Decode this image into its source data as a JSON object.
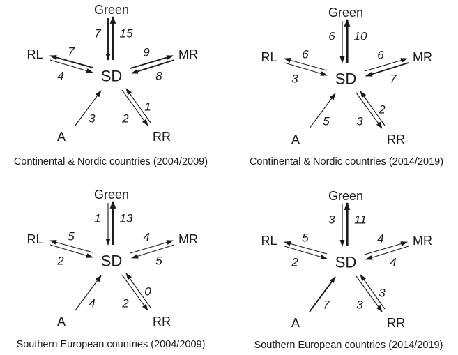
{
  "node_labels": {
    "center": "SD",
    "top": "Green",
    "left": "RL",
    "right": "MR",
    "bottom_left": "A",
    "bottom_right": "RR"
  },
  "panels": [
    {
      "caption": "Continental & Nordic countries (2004/2009)",
      "flows": {
        "top": {
          "in": "7",
          "out": "15"
        },
        "left": {
          "in": "4",
          "out": "7"
        },
        "right": {
          "in": "8",
          "out": "9"
        },
        "bottom_left": {
          "in": "3"
        },
        "bottom_right": {
          "in": "1",
          "out": "2"
        }
      }
    },
    {
      "caption": "Continental & Nordic countries (2014/2019)",
      "flows": {
        "top": {
          "in": "6",
          "out": "10"
        },
        "left": {
          "in": "3",
          "out": "6"
        },
        "right": {
          "in": "7",
          "out": "6"
        },
        "bottom_left": {
          "in": "5"
        },
        "bottom_right": {
          "in": "2",
          "out": "3"
        }
      }
    },
    {
      "caption": "Southern European countries (2004/2009)",
      "flows": {
        "top": {
          "in": "1",
          "out": "13"
        },
        "left": {
          "in": "2",
          "out": "5"
        },
        "right": {
          "in": "5",
          "out": "4"
        },
        "bottom_left": {
          "in": "4"
        },
        "bottom_right": {
          "in": "0",
          "out": "2"
        }
      }
    },
    {
      "caption": "Southern European countries (2014/2019)",
      "flows": {
        "top": {
          "in": "3",
          "out": "11"
        },
        "left": {
          "in": "2",
          "out": "5"
        },
        "right": {
          "in": "4",
          "out": "4"
        },
        "bottom_left": {
          "in": "7"
        },
        "bottom_right": {
          "in": "3",
          "out": "3"
        }
      }
    }
  ]
}
